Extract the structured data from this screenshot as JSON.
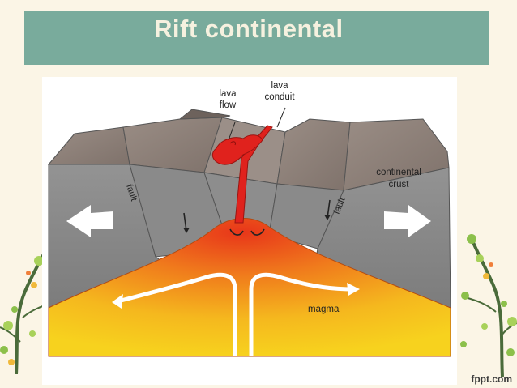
{
  "slide": {
    "title": "Rift continental"
  },
  "diagram": {
    "labels": {
      "lava_flow_line1": "lava",
      "lava_flow_line2": "flow",
      "lava_conduit_line1": "lava",
      "lava_conduit_line2": "conduit",
      "crust_line1": "continental",
      "crust_line2": "crust",
      "fault_left": "fault",
      "fault_right": "fault",
      "magma": "magma"
    }
  },
  "watermark": "fppt.com",
  "colors": {
    "title_bar": "#79ab9c",
    "background": "#fbf5e6",
    "crust_top": "#8b7f78",
    "crust_side": "#8f8f8f",
    "lava": "#e0221d",
    "magma_hot": "#e8361a",
    "magma_cool": "#f7d21e"
  }
}
